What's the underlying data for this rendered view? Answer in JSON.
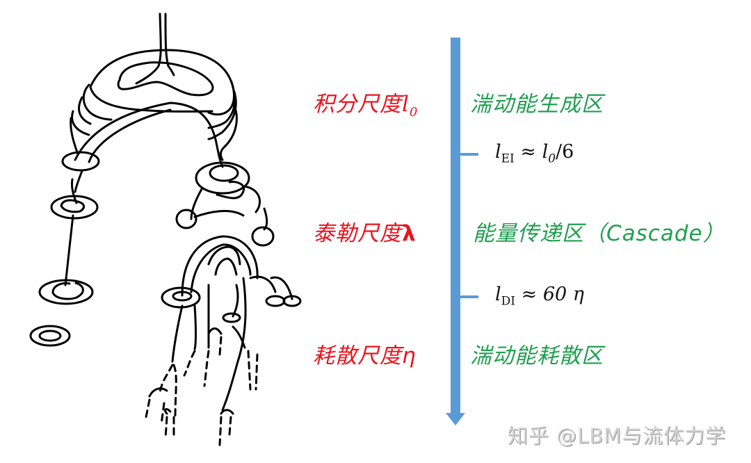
{
  "scales": [
    {
      "label": "积分尺度",
      "symbol": "l",
      "subscript": "0"
    },
    {
      "label": "泰勒尺度",
      "symbol": "λ"
    },
    {
      "label": "耗散尺度",
      "symbol": "η"
    }
  ],
  "regions": [
    {
      "label": "湍动能生成区"
    },
    {
      "label": "能量传递区（Cascade）"
    },
    {
      "label": "湍动能耗散区"
    }
  ],
  "boundaries": [
    {
      "lhs": "l",
      "lhs_sub": "EI",
      "op": "≈",
      "rhs": "l",
      "rhs_sub": "0",
      "rhs_tail": "/6"
    },
    {
      "lhs": "l",
      "lhs_sub": "DI",
      "op": "≈",
      "rhs_num": "60",
      "rhs_symbol": "η"
    }
  ],
  "colors": {
    "scale_label": "#e8141e",
    "region_label": "#1fa04f",
    "arrow": "#5b9bd5",
    "drawing": "#000000"
  },
  "watermark": "知乎 @LBM与流体力学",
  "diagram": {
    "description": "Richardson energy cascade sketch of eddies breaking into smaller eddies"
  }
}
